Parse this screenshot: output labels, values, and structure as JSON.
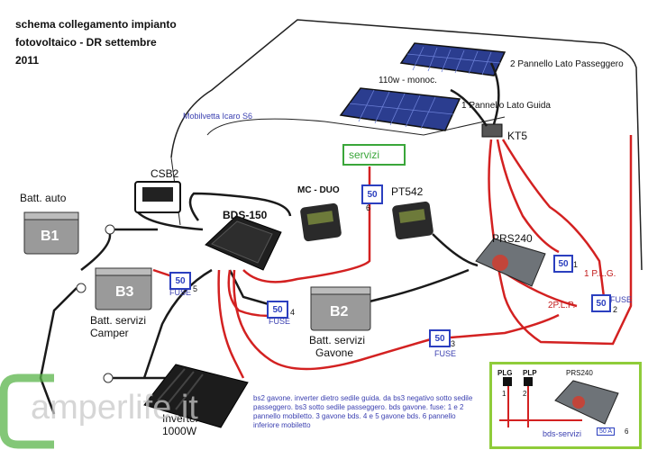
{
  "title_lines": [
    "schema collegamento impianto",
    "fotovoltaico - DR settembre",
    "2011"
  ],
  "labels": {
    "panel2": "2 Pannello Lato Passeggero",
    "panel_power": "110w - monoc.",
    "panel1": "1 Pannello Lato Guida",
    "vehicle": "Mobilvetta Icaro S6",
    "kt5": "KT5",
    "csb2": "CSB2",
    "batt_auto": "Batt. auto",
    "b1": "B1",
    "bds150": "BDS-150",
    "mcduo": "MC - DUO",
    "servizi": "servizi",
    "pt542": "PT542",
    "prs240": "PRS240",
    "b3": "B3",
    "batt_servizi_camper_1": "Batt. servizi",
    "batt_servizi_camper_2": "Camper",
    "b2": "B2",
    "batt_servizi_gavone_1": "Batt. servizi",
    "batt_servizi_gavone_2": "Gavone",
    "inverter_1": "Inverter",
    "inverter_2": "1000W",
    "plg": "1 P.L.G.",
    "plp": "2P.L.P."
  },
  "fuses": [
    {
      "id": "f5",
      "value": "50",
      "caption": "FUSE",
      "num": "5"
    },
    {
      "id": "f4",
      "value": "50",
      "caption": "FUSE",
      "num": "4"
    },
    {
      "id": "f6",
      "value": "50",
      "caption": "",
      "num": "6"
    },
    {
      "id": "f3",
      "value": "50",
      "caption": "FUSE",
      "num": "3"
    },
    {
      "id": "f1",
      "value": "50",
      "caption": "",
      "num": "1"
    },
    {
      "id": "f2",
      "value": "50",
      "caption": "FUSE",
      "num": "2"
    }
  ],
  "notes": "bs2 gavone. inverter dietro sedile guida. da bs3 negativo sotto sedile passeggero. bs3 sotto sedile passeggero. bds gavone. fuse: 1 e 2 pannello mobiletto. 3 gavone bds. 4 e 5 gavone bds. 6 pannello inferiore mobiletto",
  "inset": {
    "plg": "PLG",
    "plp": "PLP",
    "n1": "1",
    "n2": "2",
    "prs": "PRS240",
    "caption": "bds-servizi",
    "fuse": "50 A",
    "num": "6"
  },
  "logo": {
    "text": "amperlife.it"
  },
  "colors": {
    "wire_red": "#d32121",
    "wire_black": "#1a1a1a",
    "fuse_blue": "#2b3fbf",
    "text_blue": "#3a3fb0",
    "servizi_green": "#3aa63a",
    "inset_green": "#8fcc3a",
    "battery_gray": "#9a9a9a"
  }
}
